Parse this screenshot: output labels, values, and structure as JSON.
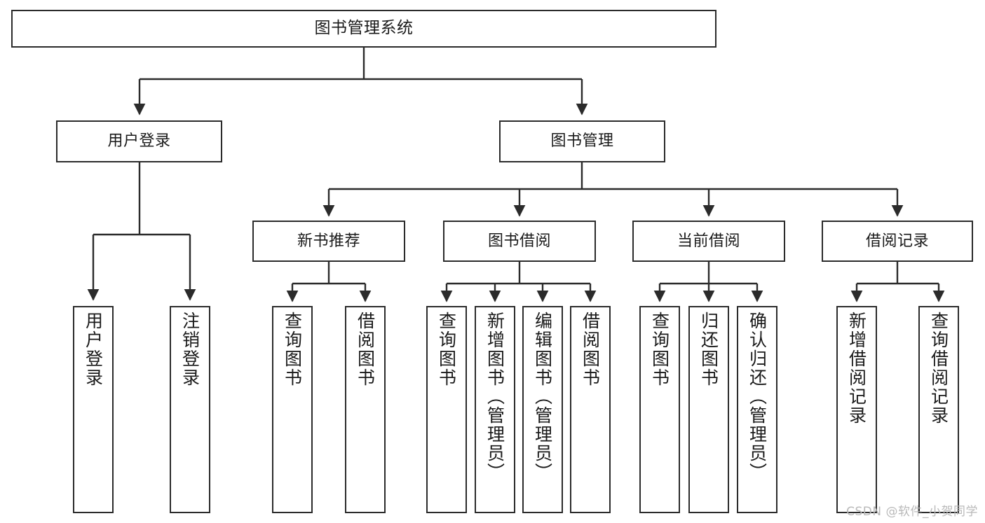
{
  "diagram": {
    "title": "图书管理系统",
    "type": "tree-hierarchy",
    "watermark": "CSDN @软件_小贺同学",
    "colors": {
      "background": "#ffffff",
      "box_border": "#2b2b2b",
      "box_fill": "#ffffff",
      "edge": "#2b2b2b",
      "text": "#1a1a1a",
      "watermark": "#b9b9b9"
    },
    "root": {
      "label": "图书管理系统"
    },
    "level2": [
      {
        "label": "用户登录"
      },
      {
        "label": "图书管理"
      }
    ],
    "level3": [
      {
        "label": "新书推荐"
      },
      {
        "label": "图书借阅"
      },
      {
        "label": "当前借阅"
      },
      {
        "label": "借阅记录"
      }
    ],
    "leaves": {
      "user_login": [
        {
          "label": "用户登录"
        },
        {
          "label": "注销登录"
        }
      ],
      "new_book": [
        {
          "label": "查询图书"
        },
        {
          "label": "借阅图书"
        }
      ],
      "book_borrow": [
        {
          "label": "查询图书"
        },
        {
          "label": "新增图书（管理员）"
        },
        {
          "label": "编辑图书（管理员）"
        },
        {
          "label": "借阅图书"
        }
      ],
      "current_borrow": [
        {
          "label": "查询图书"
        },
        {
          "label": "归还图书"
        },
        {
          "label": "确认归还（管理员）"
        }
      ],
      "borrow_record": [
        {
          "label": "新增借阅记录"
        },
        {
          "label": "查询借阅记录"
        }
      ]
    }
  }
}
